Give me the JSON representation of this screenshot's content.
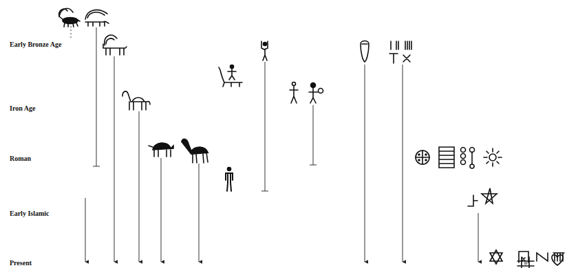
{
  "diagram": {
    "labels": [
      "Early Bronze Age",
      "Iron Age",
      "Roman",
      "Early Islamic",
      "Present"
    ]
  }
}
